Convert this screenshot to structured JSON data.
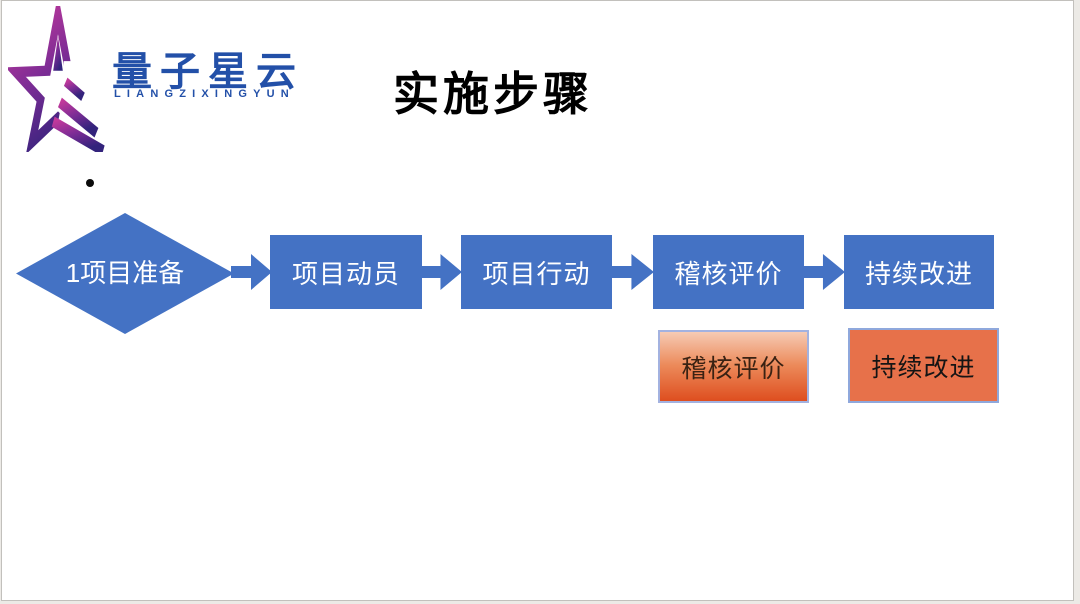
{
  "logo": {
    "brand_name": "量子星云",
    "brand_latin": "LIANGZIXINGYUN",
    "star_icon": "gradient-star-with-speed-stripes"
  },
  "title": "实施步骤",
  "flow": {
    "start": {
      "label": "1项目准备",
      "shape": "diamond"
    },
    "steps": [
      {
        "label": "项目动员"
      },
      {
        "label": "项目行动"
      },
      {
        "label": "稽核评价"
      },
      {
        "label": "持续改进"
      }
    ],
    "callouts": [
      {
        "label": "稽核评价",
        "fill": "gradient"
      },
      {
        "label": "持续改进",
        "fill": "solid"
      }
    ]
  },
  "colors": {
    "shape_blue": "#4472C4",
    "brand_blue": "#2350A8",
    "logo_gradient_top": "#C2399B",
    "logo_gradient_bottom": "#33237C",
    "callout_gradient_top": "#F6CBB4",
    "callout_gradient_bottom": "#DE4E1F",
    "callout_solid": "#E7714A",
    "callout_border": "#8FA8DC",
    "slide_border": "#C2C0BC",
    "title_color": "#000000"
  }
}
